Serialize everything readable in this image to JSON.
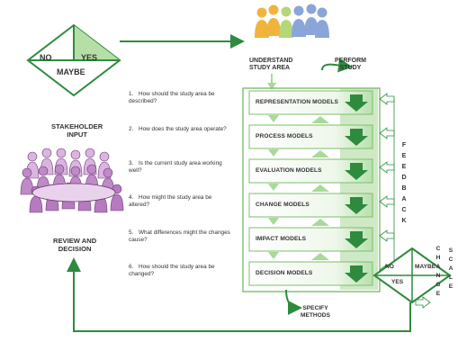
{
  "diamond_top": {
    "no": "NO",
    "yes": "YES",
    "maybe": "MAYBE"
  },
  "diamond_right": {
    "no": "NO",
    "yes": "YES",
    "maybe": "MAYBE"
  },
  "stakeholder_input": "STAKEHOLDER\nINPUT",
  "review_and_decision": "REVIEW AND\nDECISION",
  "understand_study_area": "UNDERSTAND\nSTUDY AREA",
  "perform_study": "PERFORM\nSTUDY",
  "specify_methods": "SPECIFY\nMETHODS",
  "feedback": "FEEDBACK",
  "change": "CHANGE",
  "scale": "SCALE",
  "questions": [
    {
      "num": "1.",
      "text": "How should the study area be described?"
    },
    {
      "num": "2.",
      "text": "How does the study area operate?"
    },
    {
      "num": "3.",
      "text": "Is the current study area working well?"
    },
    {
      "num": "4.",
      "text": "How might the study area be altered?"
    },
    {
      "num": "5.",
      "text": "What differences might the changes cause?"
    },
    {
      "num": "6.",
      "text": "How should the study area be changed?"
    }
  ],
  "models": [
    "REPRESENTATION MODELS",
    "PROCESS MODELS",
    "EVALUATION MODELS",
    "CHANGE MODELS",
    "IMPACT MODELS",
    "DECISION MODELS"
  ],
  "colors": {
    "green_dark": "#2e8b3e",
    "green_light": "#a9d99a",
    "green_pale": "#d9eed3",
    "purple": "#c089c8",
    "purple_light": "#dab5e0",
    "people_orange": "#f0b43c",
    "people_green": "#b6d67a",
    "people_blue": "#8aa6d8"
  }
}
